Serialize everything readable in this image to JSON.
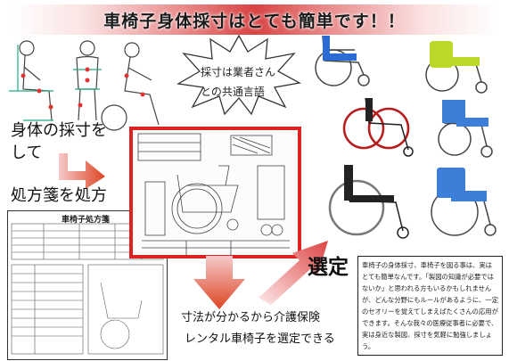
{
  "header": {
    "title": "車椅子身体採寸はとても簡単です！！"
  },
  "callout": {
    "line1": "採寸は業者さん",
    "line2": "との共通言語"
  },
  "steps": {
    "measure_1": "身体の採寸を",
    "measure_2": "して",
    "prescribe": "処方箋を処方",
    "select": "選定"
  },
  "prescription": {
    "title": "車椅子処方箋"
  },
  "footer_caption": {
    "line1": "寸法が分かるから介護保険",
    "line2": "レンタル車椅子を選定できる"
  },
  "description": {
    "text": "車椅子の身体採寸、車椅子を図る事は、実はとても簡単なんです。「製図の知識が必要ではないか」と思われる方もいるかもしれませんが、どんな分野にもルールがあるように、一定のセオリーを覚えてしまえばたくさんの応用ができます。そんな我々の医療従事者に必要で、実は身近な製図、採寸を気軽に勉強しましょう。"
  },
  "colors": {
    "accent": "#d22222",
    "banner_center": "#d84343"
  },
  "icons": [
    "body-measure-figure-icon",
    "burst-callout-icon",
    "arrow-right-icon",
    "arrow-down-icon",
    "arrow-up-right-icon",
    "wheelchair-icon"
  ]
}
